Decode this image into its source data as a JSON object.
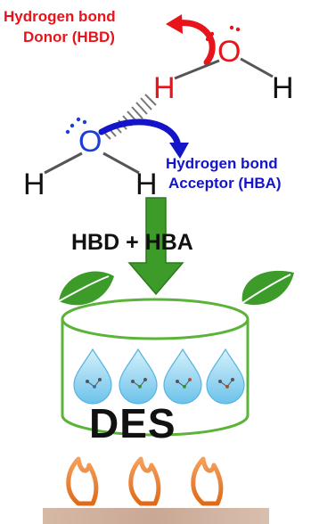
{
  "donor": {
    "line1": "Hydrogen bond",
    "line2": "Donor (HBD)",
    "color": "#e8141b"
  },
  "acceptor": {
    "line1": "Hydrogen bond",
    "line2": "Acceptor (HBA)",
    "color": "#1414c8"
  },
  "atoms": {
    "oxygen": "O",
    "hydrogen": "H"
  },
  "mixing_label": "HBD + HBA",
  "product_label": "DES",
  "colors": {
    "donor_red": "#e8141b",
    "acceptor_blue": "#1414c8",
    "arrow_green": "#3d9b2a",
    "leaf_green": "#3d9b2a",
    "vessel_green": "#5cb33a",
    "droplet_blue": "#8fd3f0",
    "flame_orange": "#e8731a"
  },
  "icons": [
    "curved-arrow-icon",
    "hydrogen-bond-icon",
    "leaf-icon",
    "droplet-icon",
    "flame-icon",
    "stone-base-icon"
  ]
}
